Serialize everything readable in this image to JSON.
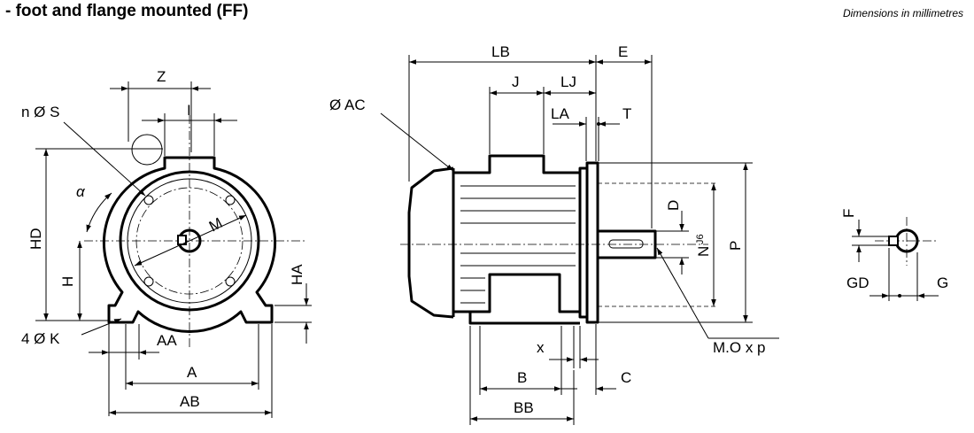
{
  "header": {
    "title": "- foot and flange mounted (FF)",
    "units_note": "Dimensions in millimetres"
  },
  "front_view": {
    "labels": {
      "z": "Z",
      "i": "I",
      "nos": "n Ø S",
      "alpha": "α",
      "hd": "HD",
      "h": "H",
      "m": "M",
      "ha": "HA",
      "fourok": "4 Ø K",
      "aa": "AA",
      "a": "A",
      "ab": "AB"
    }
  },
  "side_view": {
    "labels": {
      "lb": "LB",
      "e": "E",
      "j": "J",
      "lj": "LJ",
      "oac": "Ø AC",
      "la": "LA",
      "t": "T",
      "d": "D",
      "n": "N",
      "j6": "J6",
      "p": "P",
      "x": "x",
      "mop": "M.O x p",
      "b": "B",
      "c": "C",
      "bb": "BB"
    }
  },
  "shaft_view": {
    "labels": {
      "f": "F",
      "gd": "GD",
      "g": "G"
    }
  }
}
